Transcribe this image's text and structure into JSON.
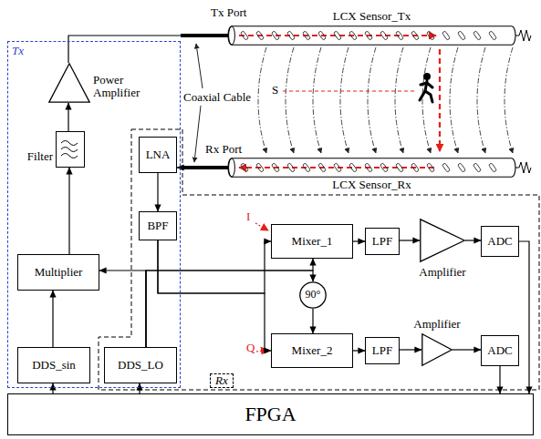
{
  "diagram": {
    "nodes": [
      {
        "text": [
          "Tx"
        ]
      },
      {
        "text": [
          "Power Amplifier"
        ],
        "in": 0
      },
      {
        "text": [
          "Filter"
        ],
        "in": 0
      },
      {
        "text": [
          "Multiplier"
        ],
        "in": 0
      },
      {
        "text": [
          "DDS_sin"
        ],
        "in": 0
      },
      {
        "text": [
          "DDS_LO"
        ],
        "in": 0
      },
      {
        "text": [
          "LCX Sensor_Tx"
        ]
      },
      {
        "text": [
          "LCX Sensor_Rx"
        ]
      },
      {
        "text": [
          "Rx"
        ]
      },
      {
        "text": [
          "LNA"
        ],
        "in": 8
      },
      {
        "text": [
          "BPF"
        ],
        "in": 8
      },
      {
        "text": [
          "Mixer_1"
        ],
        "in": 8
      },
      {
        "text": [
          "LPF"
        ],
        "in": 8
      },
      {
        "text": [
          "Amplifier"
        ],
        "in": 8
      },
      {
        "text": [
          "ADC"
        ],
        "in": 8
      },
      {
        "text": [
          "90°"
        ],
        "in": 8
      },
      {
        "text": [
          "Mixer_2"
        ],
        "in": 8
      },
      {
        "text": [
          "LPF"
        ],
        "in": 8
      },
      {
        "text": [
          "Amplifier"
        ],
        "in": 8
      },
      {
        "text": [
          "ADC"
        ],
        "in": 8
      },
      {
        "text": [
          "FPGA"
        ]
      }
    ],
    "edges": [
      {
        "from": 4,
        "to": 3,
        "arrow": "to"
      },
      {
        "from": 3,
        "to": 2,
        "arrow": "to"
      },
      {
        "from": 2,
        "to": 1,
        "arrow": "to"
      },
      {
        "from": 1,
        "to": 6,
        "arrow": "none"
      },
      {
        "from": 7,
        "to": 9,
        "arrow": "to"
      },
      {
        "from": 9,
        "to": 10,
        "arrow": "to"
      },
      {
        "from": 10,
        "to": 11,
        "arrow": "to"
      },
      {
        "from": 10,
        "to": 16,
        "arrow": "to"
      },
      {
        "from": 5,
        "to": 3,
        "arrow": "to"
      },
      {
        "from": 5,
        "to": 11,
        "arrow": "to"
      },
      {
        "from": 5,
        "to": 15,
        "arrow": "to"
      },
      {
        "from": 15,
        "to": 16,
        "arrow": "to"
      },
      {
        "from": 11,
        "to": 12,
        "arrow": "to"
      },
      {
        "from": 12,
        "to": 13,
        "arrow": "to"
      },
      {
        "from": 13,
        "to": 14,
        "arrow": "to"
      },
      {
        "from": 16,
        "to": 17,
        "arrow": "to"
      },
      {
        "from": 17,
        "to": 18,
        "arrow": "to"
      },
      {
        "from": 18,
        "to": 19,
        "arrow": "to"
      },
      {
        "from": 14,
        "to": 20,
        "arrow": "to"
      },
      {
        "from": 19,
        "to": 20,
        "arrow": "to"
      },
      {
        "from": 20,
        "to": 4,
        "arrow": "to"
      },
      {
        "from": 20,
        "to": 5,
        "arrow": "to"
      }
    ],
    "labels": [
      "Tx Port",
      "Coaxial Cable",
      "Rx Port",
      "S",
      "I",
      "Q"
    ]
  }
}
